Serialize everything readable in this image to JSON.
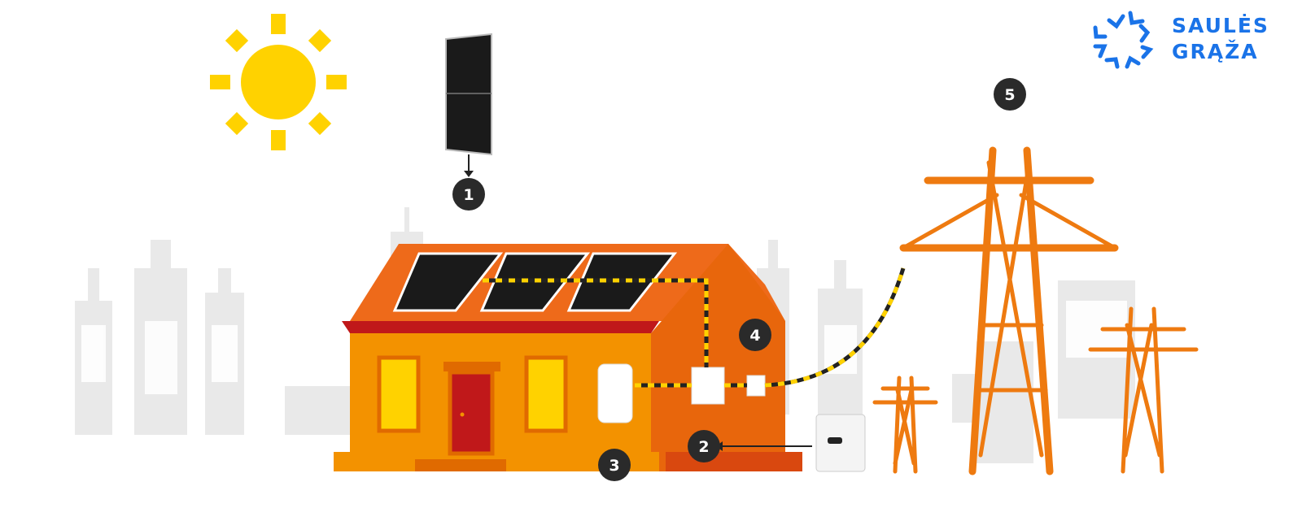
{
  "logo": {
    "line1": "SAULĖS",
    "line2": "GRĄŽA",
    "color": "#1a73e8"
  },
  "badges": [
    {
      "number": "1",
      "meaning": "solar-panel"
    },
    {
      "number": "2",
      "meaning": "inverter"
    },
    {
      "number": "3",
      "meaning": "house"
    },
    {
      "number": "4",
      "meaning": "meter"
    },
    {
      "number": "5",
      "meaning": "grid"
    }
  ],
  "colors": {
    "sun": "#FFD200",
    "house": "#F39200",
    "house_dark": "#E8660C",
    "roof": "#EE6A1A",
    "pylon": "#EE7A10",
    "city": "#E6E6E6",
    "badge": "#2a2a2a"
  }
}
